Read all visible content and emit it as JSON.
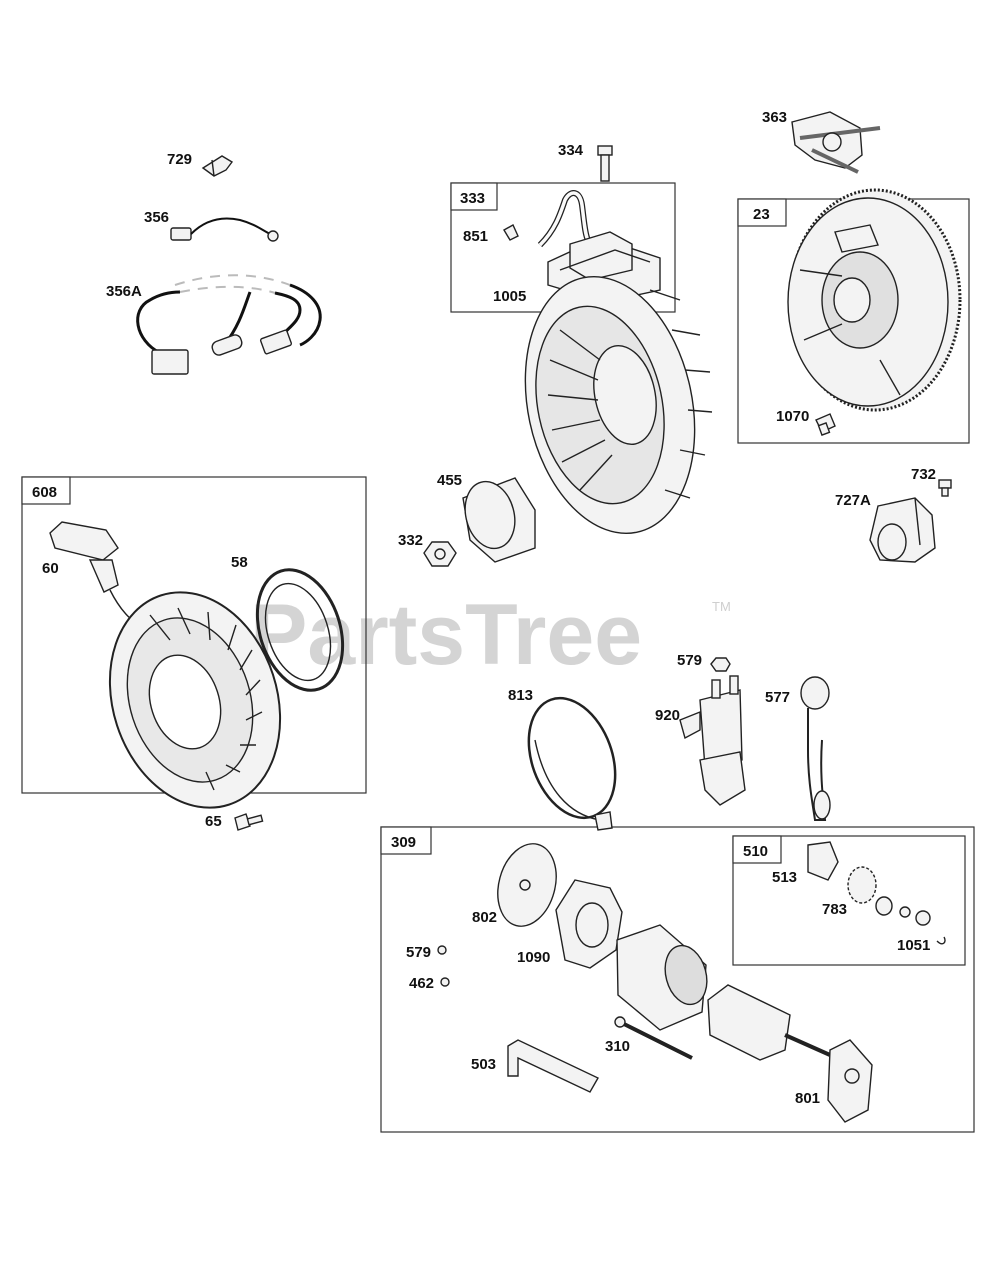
{
  "watermark": {
    "text": "PartsTree",
    "trademark": "TM"
  },
  "group_boxes": [
    {
      "id": "333",
      "label": "333"
    },
    {
      "id": "23",
      "label": "23"
    },
    {
      "id": "608",
      "label": "608"
    },
    {
      "id": "309",
      "label": "309"
    },
    {
      "id": "510",
      "label": "510"
    }
  ],
  "callouts": [
    "729",
    "356",
    "356A",
    "334",
    "851",
    "363",
    "1005",
    "1070",
    "455",
    "332",
    "732",
    "727A",
    "60",
    "58",
    "579",
    "813",
    "920",
    "577",
    "65",
    "802",
    "513",
    "783",
    "579",
    "1090",
    "1051",
    "462",
    "310",
    "503",
    "801"
  ]
}
